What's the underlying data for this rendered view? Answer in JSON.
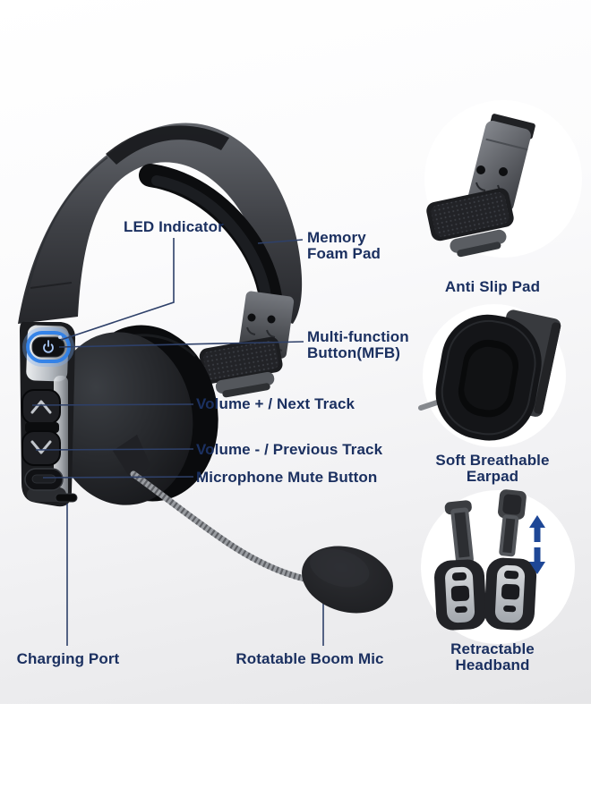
{
  "image_type": "product feature callout diagram",
  "product": "Wireless Bluetooth headset with rotatable boom microphone",
  "callouts": {
    "led_indicator": {
      "label": "LED Indicator"
    },
    "memory_foam": {
      "line1": "Memory",
      "line2": "Foam Pad"
    },
    "mfb": {
      "line1": "Multi-function",
      "line2": "Button(MFB)"
    },
    "volume_up": {
      "label": "Volume + / Next Track"
    },
    "volume_down": {
      "label": "Volume - / Previous Track"
    },
    "mic_mute": {
      "label": "Microphone Mute Button"
    },
    "charging_port": {
      "label": "Charging Port"
    },
    "boom_mic": {
      "label": "Rotatable Boom Mic"
    }
  },
  "panels": {
    "anti_slip": {
      "label": "Anti Slip Pad"
    },
    "earpad": {
      "line1": "Soft Breathable",
      "line2": "Earpad"
    },
    "retractable": {
      "line1": "Retractable",
      "line2": "Headband"
    }
  },
  "icons": {
    "power": "power-icon",
    "volume_up": "chevron-up-icon",
    "volume_down": "chevron-down-icon",
    "extend_up": "up-arrow-icon",
    "extend_down": "down-arrow-icon"
  },
  "colors": {
    "label_text": "#1b3060",
    "callout_line": "#2e4069",
    "led_glow": "#2e7fe8",
    "arrow_blue": "#1e4796",
    "background_top": "#ffffff",
    "background_bottom": "#e6e6e8",
    "circle_fill": "#ffffff"
  }
}
